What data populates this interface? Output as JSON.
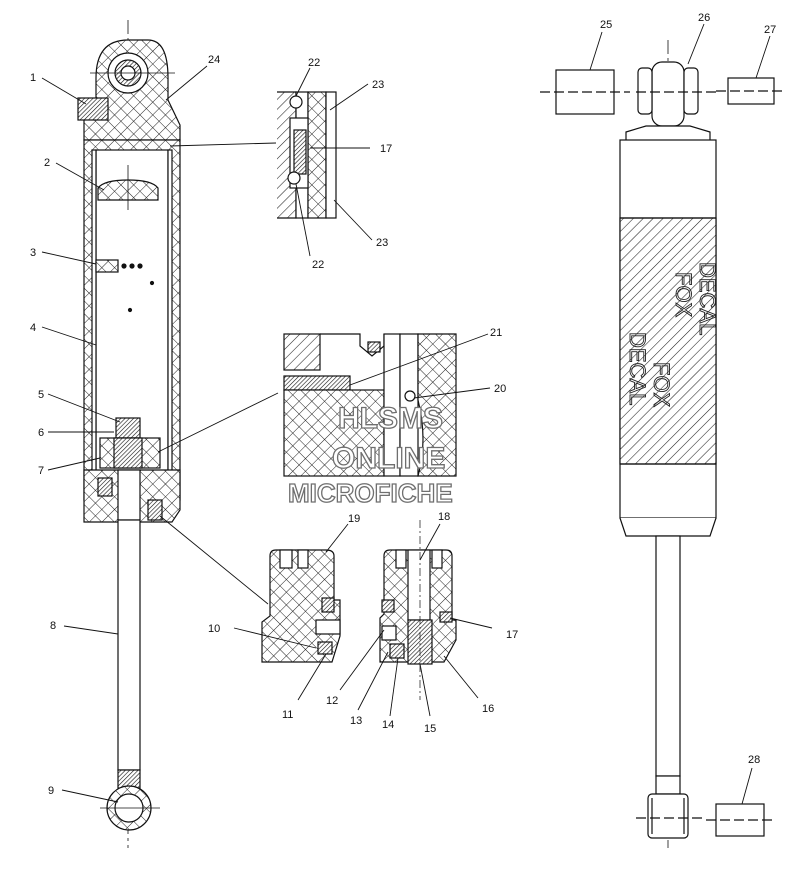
{
  "callouts": {
    "c1": "1",
    "c2": "2",
    "c3": "3",
    "c4": "4",
    "c5": "5",
    "c6": "6",
    "c7": "7",
    "c8": "8",
    "c9": "9",
    "c10": "10",
    "c11": "11",
    "c12": "12",
    "c13": "13",
    "c14": "14",
    "c15": "15",
    "c16": "16",
    "c17a": "17",
    "c17b": "17",
    "c18": "18",
    "c19": "19",
    "c20": "20",
    "c21": "21",
    "c22a": "22",
    "c22b": "22",
    "c23a": "23",
    "c23b": "23",
    "c24": "24",
    "c25": "25",
    "c26": "26",
    "c27": "27",
    "c28": "28"
  },
  "watermark": {
    "line1": "HLSMS",
    "line2": "ONLINE",
    "line3": "MICROFICHE"
  },
  "decal": {
    "text1": "FOX",
    "text2": "DECAL"
  },
  "colors": {
    "line": "#111111",
    "hatch": "#222222",
    "watermark_stroke": "#6f6f6f"
  }
}
